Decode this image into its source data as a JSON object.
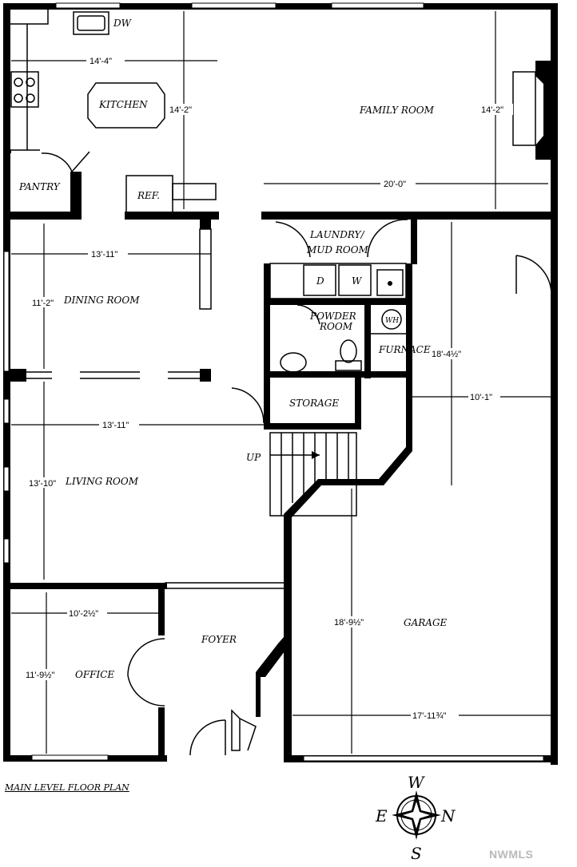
{
  "caption": "MAIN LEVEL FLOOR PLAN",
  "brand": "NWMLS",
  "compass": {
    "north": "N",
    "south": "S",
    "east": "E",
    "west": "W"
  },
  "rooms": {
    "kitchen": "KITCHEN",
    "family_room": "FAMILY ROOM",
    "pantry": "PANTRY",
    "laundry_1": "LAUNDRY/",
    "laundry_2": "MUD ROOM",
    "powder_1": "POWDER",
    "powder_2": "ROOM",
    "furnace": "FURNACE",
    "dining_room": "DINING ROOM",
    "storage": "STORAGE",
    "living_room": "LIVING ROOM",
    "foyer": "FOYER",
    "garage": "GARAGE",
    "office": "OFFICE"
  },
  "fixtures": {
    "dw": "DW",
    "ref": "REF.",
    "dryer": "D",
    "washer": "W",
    "water_heater": "WH",
    "stairs_up": "UP"
  },
  "dimensions": {
    "kitchen_width": "14'-4\"",
    "kitchen_depth": "14'-2\"",
    "family_depth": "14'-2\"",
    "family_width": "20'-0\"",
    "dining_width": "13'-11\"",
    "dining_depth": "11'-2\"",
    "living_width": "13'-11\"",
    "living_depth": "13'-10\"",
    "office_width": "10'-2½\"",
    "office_depth": "11'-9½\"",
    "garage_depth_upper": "18'-4½\"",
    "garage_width_upper": "10'-1\"",
    "garage_depth": "18'-9½\"",
    "garage_width": "17'-11¾\""
  }
}
